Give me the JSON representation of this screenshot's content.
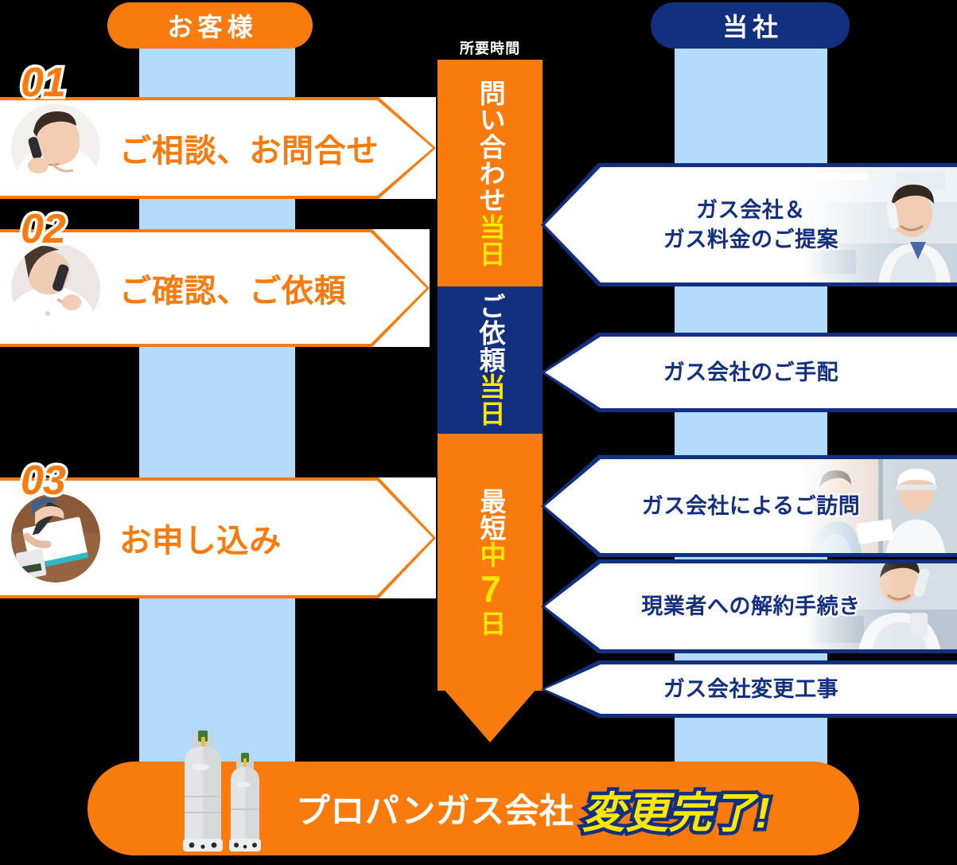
{
  "columns": {
    "customer_label": "お客様",
    "company_label": "当社"
  },
  "time_column": {
    "header": "所要時間",
    "segments": [
      {
        "main": "問い合わせ",
        "highlight": "当日",
        "color": "#f97b0d"
      },
      {
        "main": "ご依頼",
        "highlight": "当日",
        "color": "#12307f"
      },
      {
        "main": "最短",
        "highlight_pre": "中",
        "highlight_num": "7",
        "highlight_post": "日",
        "color": "#f97b0d"
      }
    ]
  },
  "customer_steps": [
    {
      "number": "01",
      "label": "ご相談、お問合せ",
      "photo": "woman-on-phone-photo"
    },
    {
      "number": "02",
      "label": "ご確認、ご依頼",
      "photo": "woman-on-phone-photo"
    },
    {
      "number": "03",
      "label": "お申し込み",
      "photo": "hand-writing-document-photo"
    }
  ],
  "company_steps": [
    {
      "label": "ガス会社＆\nガス料金のご提案",
      "photo": "male-staff-on-phone-photo",
      "has_photo": true
    },
    {
      "label": "ガス会社のご手配",
      "photo": "",
      "has_photo": false
    },
    {
      "label": "ガス会社によるご訪問",
      "photo": "staff-visiting-customer-photo",
      "has_photo": true
    },
    {
      "label": "現業者への解約手続き",
      "photo": "staff-on-phone-photo",
      "has_photo": true
    },
    {
      "label": "ガス会社変更工事",
      "photo": "",
      "has_photo": false
    }
  ],
  "banner": {
    "text_white": "プロパンガス会社",
    "text_yellow": "変更完了!",
    "illustration": "propane-gas-cylinders"
  },
  "colors": {
    "orange": "#f97b0d",
    "navy": "#12307f",
    "light_blue": "#b3d9fb",
    "yellow": "#ffe800",
    "white": "#ffffff",
    "background": "#000000"
  }
}
